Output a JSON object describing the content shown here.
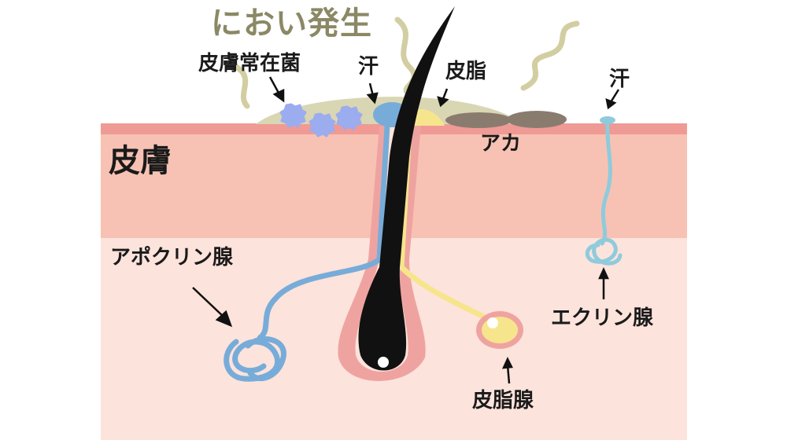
{
  "labels": {
    "odor": "におい発生",
    "resident_bacteria": "皮膚常在菌",
    "sweat_top": "汗",
    "sebum": "皮脂",
    "dirt": "アカ",
    "skin": "皮膚",
    "apocrine_gland": "アポクリン腺",
    "sebaceous_gland": "皮脂腺",
    "eccrine_gland": "エクリン腺",
    "sweat_right": "汗"
  },
  "colors": {
    "epidermis": "#f7c2b3",
    "epidermis_edge": "#ef9a95",
    "dermis": "#fce3dc",
    "follicle": "#efa3a0",
    "hair": "#111111",
    "apocrine": "#78acd8",
    "eccrine": "#8ecbdc",
    "sebum": "#f7e58d",
    "bacteria": "#9bacef",
    "dirt": "#8a7b6f",
    "odor": "#8b8965"
  }
}
